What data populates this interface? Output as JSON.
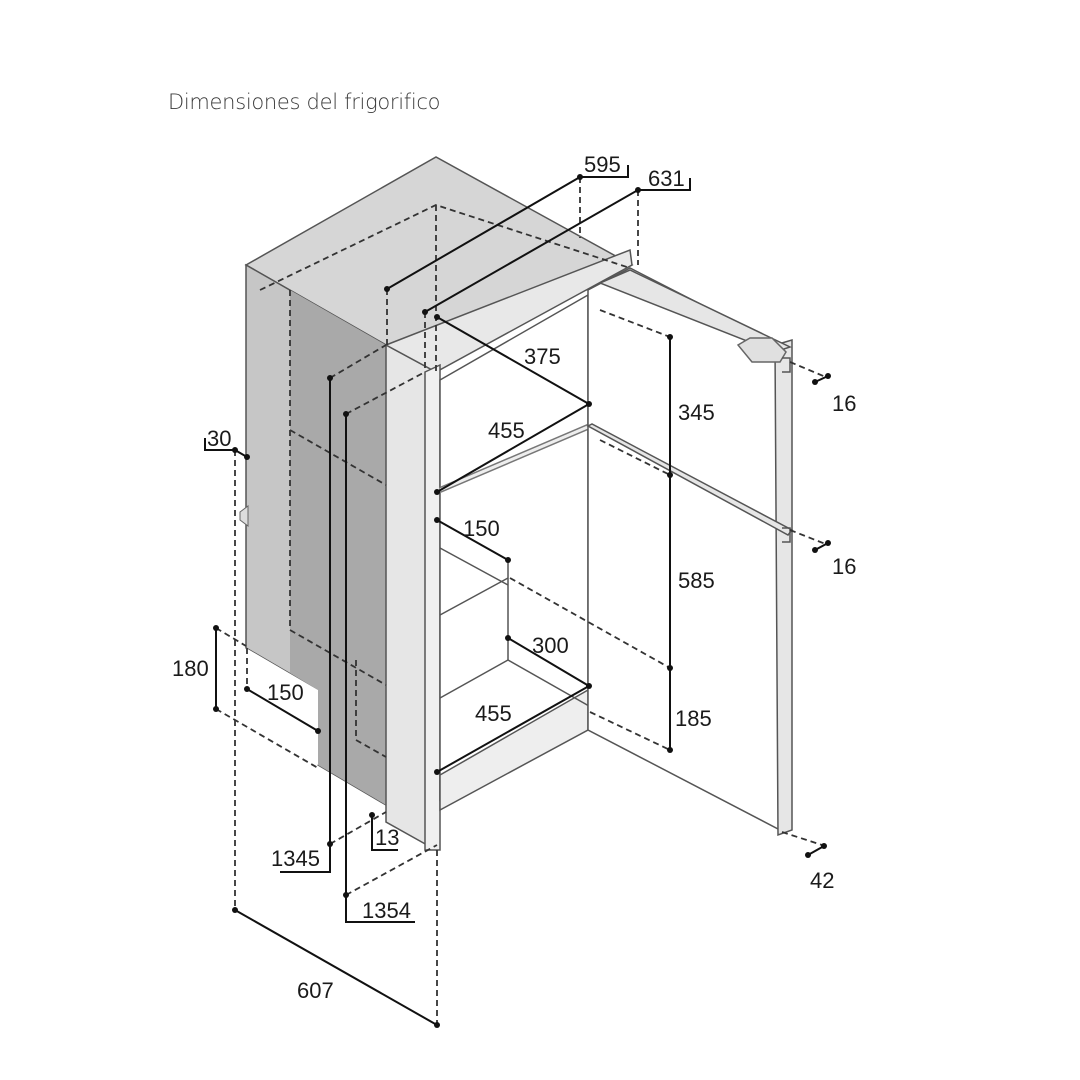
{
  "title": "Dimensiones del frigorifico",
  "dimensions": {
    "outer_width": "595",
    "outer_width_with_frame": "631",
    "freezer_depth": "375",
    "freezer_width": "455",
    "freezer_height": "345",
    "hinge_top_offset": "16",
    "side_flange": "30",
    "shelf_step_height": "150",
    "hinge_middle_offset": "16",
    "fridge_height": "585",
    "lower_depth": "300",
    "notch_height": "180",
    "notch_depth": "150",
    "lower_width": "455",
    "bottom_height": "185",
    "frame_offset": "13",
    "body_height": "1345",
    "door_thickness": "42",
    "total_height": "1354",
    "total_depth": "607"
  },
  "colors": {
    "side_dark": "#a9a9a9",
    "side_light": "#c8c8c8",
    "top": "#d6d6d6",
    "frame": "#e6e6e6"
  }
}
